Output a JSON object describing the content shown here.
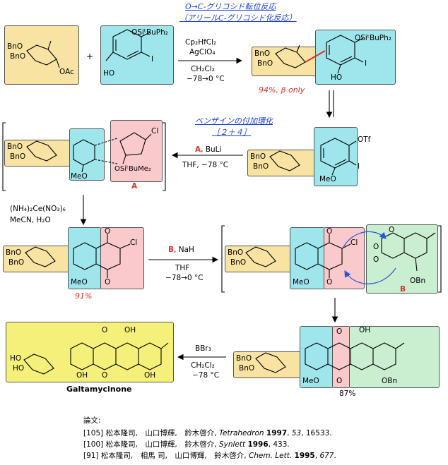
{
  "header": {
    "title_line1": "O→C-グリコシド転位反応",
    "title_line2": "（アリールC-グリコシド化反応）"
  },
  "step1": {
    "sugar_labels": [
      "BnO",
      "BnO",
      "OAc"
    ],
    "plus": "+",
    "phenol_labels": [
      "OSiᵗBuPh₂",
      "I",
      "HO"
    ],
    "reagents": [
      "Cp₂HfCl₂",
      "AgClO₄",
      "CH₂Cl₂",
      "−78→0 °C"
    ],
    "product_labels": [
      "BnO",
      "BnO",
      "OSiᵗBuPh₂",
      "I",
      "HO"
    ],
    "yield": "94%, β only"
  },
  "step2": {
    "title_line1": "ベンザインの付加環化",
    "title_line2": "［２＋４］",
    "reagent_main": "A",
    "reagent_tail": ", BuLi",
    "conditions": "THF, −78 °C",
    "triflate_labels": [
      "OTf",
      "I",
      "MeO",
      "BnO",
      "BnO"
    ],
    "intermediate_labels": [
      "BnO",
      "BnO",
      "MeO",
      "Cl",
      "OSiᵗBuMe₂"
    ],
    "furan_tag": "A"
  },
  "step3": {
    "reagents": [
      "(NH₄)₂Ce(NO₃)₆",
      "MeCN, H₂O"
    ],
    "quinone_labels": [
      "BnO",
      "BnO",
      "MeO",
      "O",
      "O",
      "Cl"
    ],
    "yield": "91%"
  },
  "step4": {
    "reagent_main": "B",
    "reagent_tail": ", NaH",
    "conditions": [
      "THF",
      "−78→0 °C"
    ],
    "complex_labels": [
      "BnO",
      "BnO",
      "MeO",
      "O",
      "O",
      "Cl",
      "O",
      "O",
      "O",
      "OBn"
    ],
    "anhydride_tag": "B"
  },
  "step5": {
    "reagents": [
      "BBr₃",
      "CH₂Cl₂",
      "−78 °C"
    ],
    "protected_labels": [
      "BnO",
      "BnO",
      "MeO",
      "O",
      "O",
      "OH",
      "OBn"
    ],
    "protected_yield": "87%",
    "final_labels": [
      "HO",
      "HO",
      "OH",
      "O",
      "O",
      "OH",
      "OH"
    ],
    "final_name": "Galtamycinone"
  },
  "references": {
    "heading": "論文:",
    "items": [
      {
        "num": "[105]",
        "authors": "松本隆司,　山口博輝,　鈴木啓介,",
        "journal": "Tetrahedron",
        "year": "1997",
        "volume": "53",
        "pages": ", 16533."
      },
      {
        "num": "[100]",
        "authors": "松本隆司,　山口博輝,　鈴木啓介,",
        "journal": "Synlett",
        "year": "1996",
        "volume": "",
        "pages": ", 433."
      },
      {
        "num": "  [91]",
        "authors": "松本隆司,　相馬 司,　山口博輝,　鈴木啓介,",
        "journal": "Chem. Lett.",
        "year": "1995",
        "volume": "677",
        "pages": "."
      }
    ]
  },
  "colors": {
    "title_blue": "#1a3fd0",
    "yield_red": "#e0302a",
    "sugar_yellow": "#f8e3a3",
    "ring_cyan": "#9ee6ec",
    "ring_pink": "#f9c9cc",
    "ring_green": "#c9eed0",
    "final_yellow": "#f5f07a",
    "arrow_blue": "#2a55d8"
  }
}
